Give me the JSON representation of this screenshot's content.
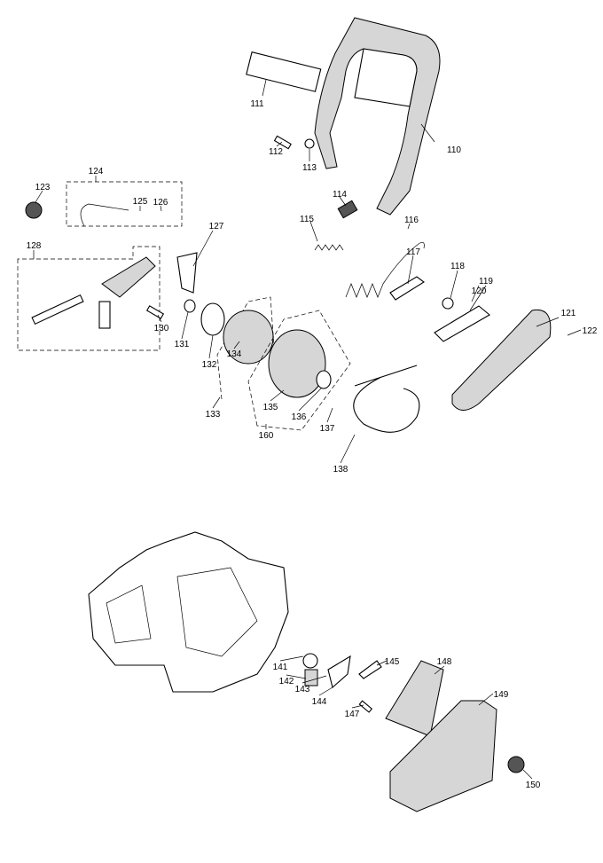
{
  "diagram": {
    "labels": {
      "p110": "110",
      "p111": "111",
      "p112": "112",
      "p113": "113",
      "p114": "114",
      "p115": "115",
      "p116": "116",
      "p117": "117",
      "p118": "118",
      "p119": "119",
      "p120": "120",
      "p121": "121",
      "p122": "122",
      "p123": "123",
      "p124": "124",
      "p125": "125",
      "p126": "126",
      "p127": "127",
      "p128": "128",
      "p130": "130",
      "p131": "131",
      "p132": "132",
      "p133": "133",
      "p134": "134",
      "p135": "135",
      "p136": "136",
      "p137": "137",
      "p138": "138",
      "p160": "160",
      "p141": "141",
      "p142": "142",
      "p143": "143",
      "p144": "144",
      "p145": "145",
      "p147": "147",
      "p148": "148",
      "p149": "149",
      "p150": "150"
    }
  }
}
